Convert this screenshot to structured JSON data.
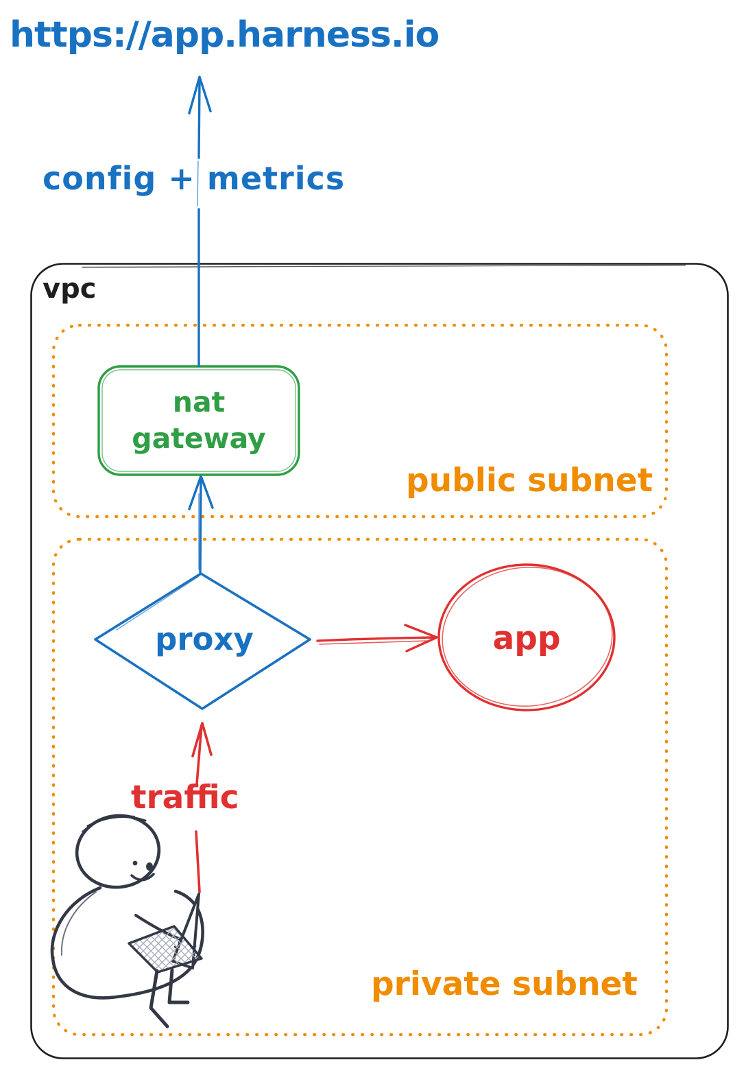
{
  "diagram": {
    "labels": {
      "url": "https://app.harness.io",
      "config_metrics": "config + metrics",
      "vpc": "vpc",
      "public_subnet": "public subnet",
      "private_subnet": "private subnet",
      "nat_line1": "nat",
      "nat_line2": "gateway",
      "proxy": "proxy",
      "app": "app",
      "traffic": "traffic"
    },
    "palette": {
      "blue": "#1971c2",
      "green": "#2f9e44",
      "orange": "#f08c00",
      "red": "#e03131",
      "ink": "#1e1e1e",
      "figure_ink": "#333845"
    }
  }
}
